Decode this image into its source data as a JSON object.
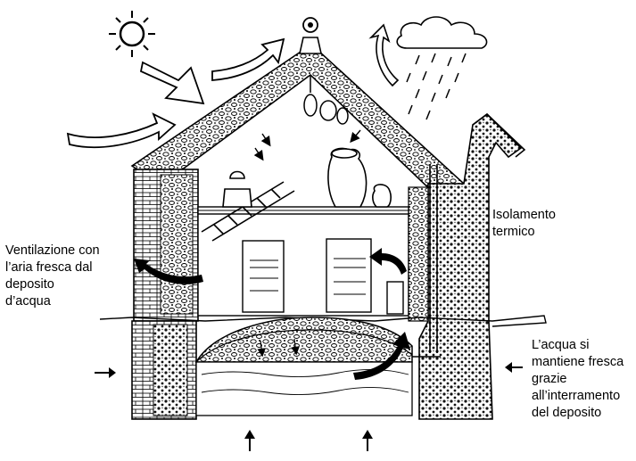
{
  "labels": {
    "ventilation": [
      "Ventilazione con",
      "l’aria fresca dal",
      "deposito",
      "d’acqua"
    ],
    "insulation": [
      "Isolamento",
      "termico"
    ],
    "water": [
      "L’acqua si",
      "mantiene fresca",
      "grazie",
      "all’interramento",
      "del deposito"
    ]
  },
  "colors": {
    "ink": "#000000",
    "paper": "#ffffff",
    "stone_shade": "#3a3a3a"
  },
  "icons": [
    "sun-icon",
    "rain-cloud-icon",
    "wind-arrow-icon"
  ]
}
